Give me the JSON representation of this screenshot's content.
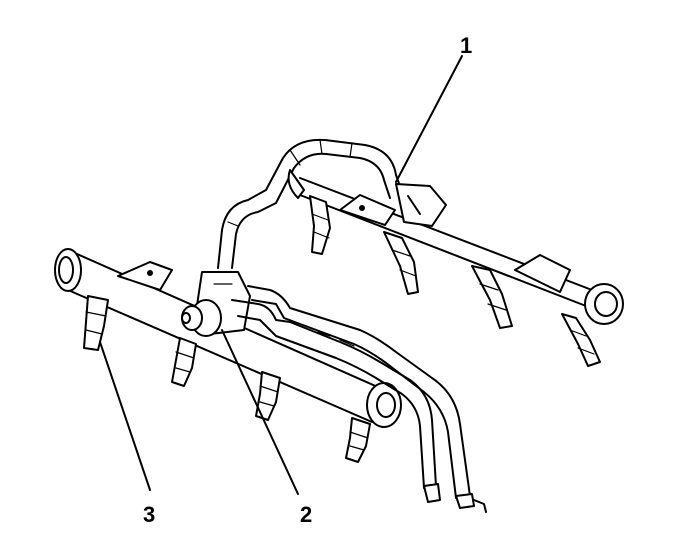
{
  "callouts": {
    "c1": "1",
    "c2": "2",
    "c3": "3"
  }
}
